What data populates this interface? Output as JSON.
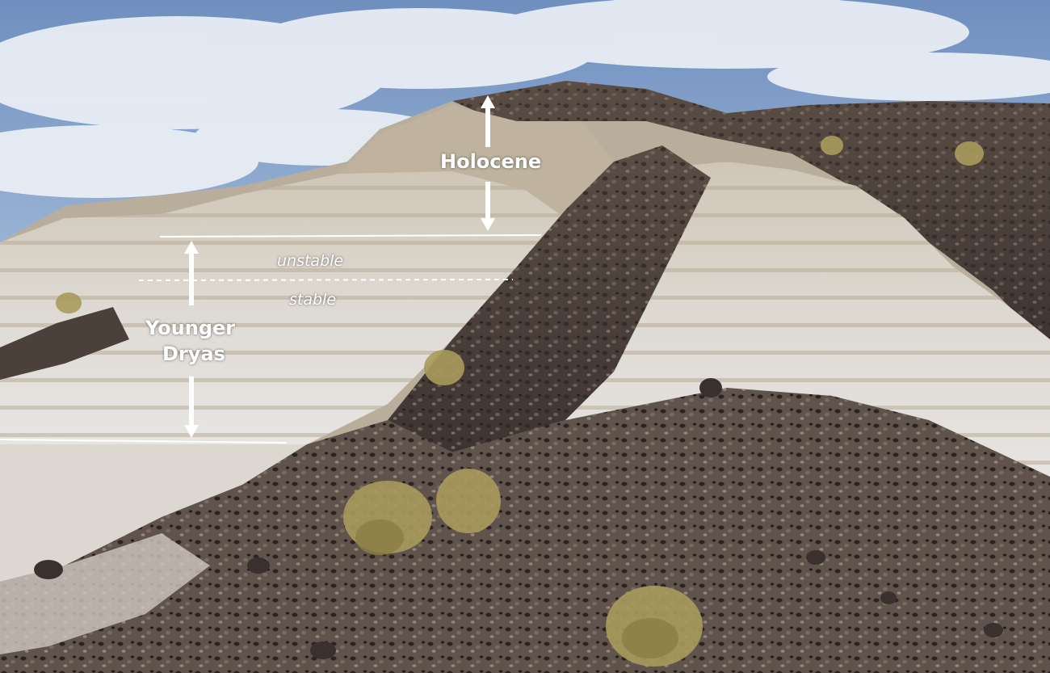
{
  "annotations": {
    "holocene": "Holocene",
    "unstable": "unstable",
    "stable": "stable",
    "younger_dryas_line1": "Younger",
    "younger_dryas_line2": "Dryas"
  },
  "colors": {
    "sky": "#8fb0d6",
    "cloud": "#e9eef5",
    "light_sediment": "#e2dfda",
    "tan_sediment": "#b8ad9b",
    "dark_gravel": "#4a3f3a",
    "annotation": "#ffffff"
  }
}
